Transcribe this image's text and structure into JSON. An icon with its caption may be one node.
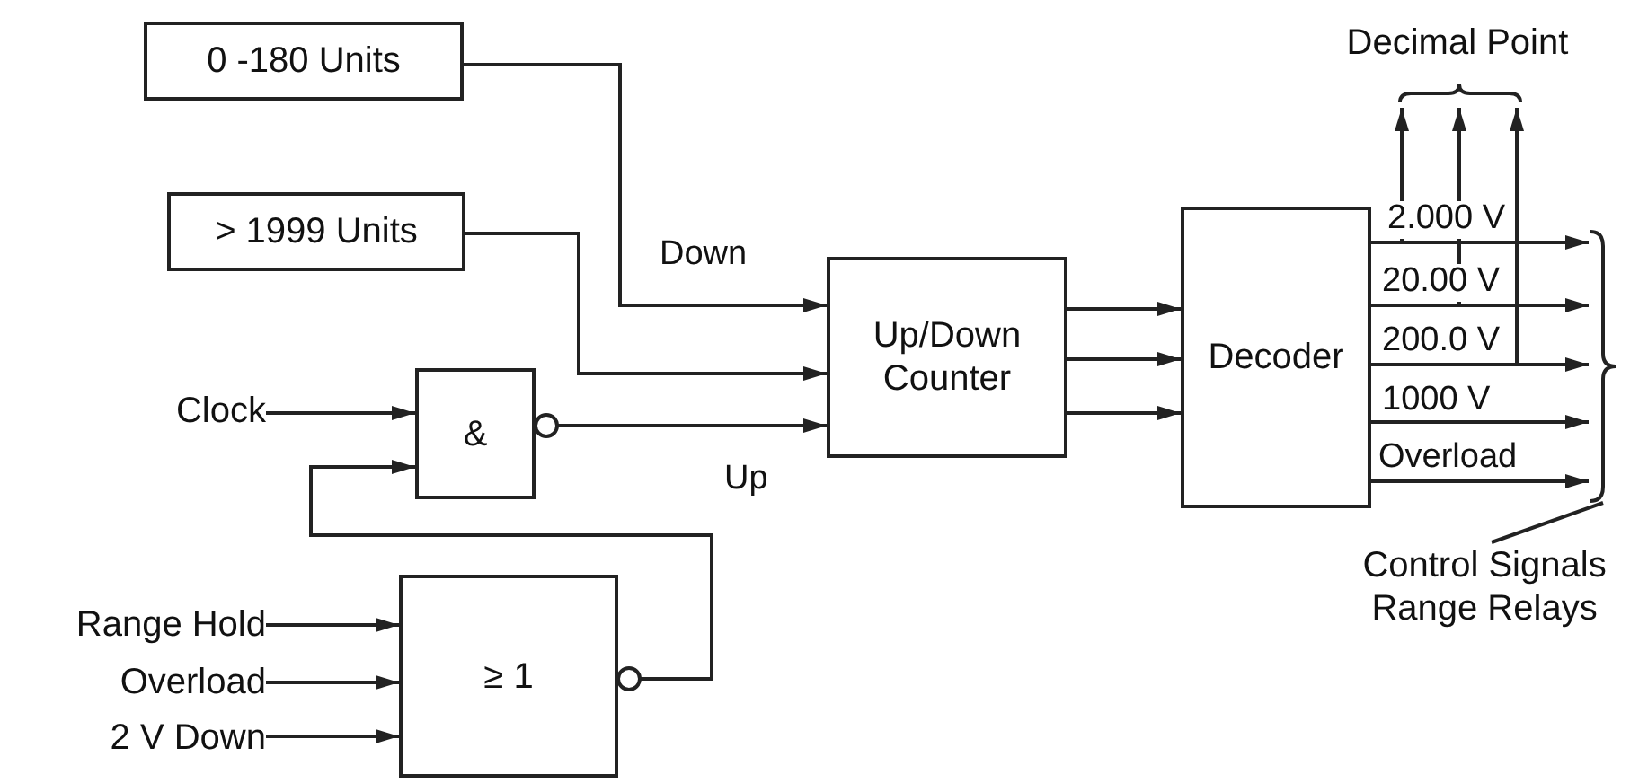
{
  "diagram": {
    "nodes": [
      {
        "text": [
          "0 -180 Units"
        ]
      },
      {
        "text": [
          "> 1999 Units"
        ]
      },
      {
        "text": [
          "Clock"
        ]
      },
      {
        "text": [
          "&"
        ]
      },
      {
        "text": [
          "Up/Down Counter"
        ]
      },
      {
        "text": [
          "Decoder"
        ]
      },
      {
        "text": [
          "Range Hold"
        ]
      },
      {
        "text": [
          "Overload"
        ]
      },
      {
        "text": [
          "2 V Down"
        ]
      },
      {
        "text": [
          "≥ 1"
        ]
      },
      {
        "text": [
          "Decimal Point"
        ]
      },
      {
        "text": [],
        "shape": "brace"
      },
      {
        "text": [
          "Control Signals Range Relays"
        ]
      }
    ],
    "edges": [
      {
        "from": 0,
        "to": 4,
        "arrow": "to",
        "label": "Down"
      },
      {
        "from": 1,
        "to": 4,
        "arrow": "to"
      },
      {
        "from": 3,
        "to": 4,
        "arrow": "to",
        "label": "Up"
      },
      {
        "from": 2,
        "to": 3,
        "arrow": "to"
      },
      {
        "from": 9,
        "to": 3,
        "arrow": "to"
      },
      {
        "from": 6,
        "to": 9,
        "arrow": "to"
      },
      {
        "from": 7,
        "to": 9,
        "arrow": "to"
      },
      {
        "from": 8,
        "to": 9,
        "arrow": "to"
      },
      {
        "from": 4,
        "to": 5,
        "arrow": "to"
      },
      {
        "from": 4,
        "to": 5,
        "arrow": "to"
      },
      {
        "from": 4,
        "to": 5,
        "arrow": "to"
      },
      {
        "from": 5,
        "to": 11,
        "arrow": "to",
        "label": "2.000 V"
      },
      {
        "from": 5,
        "to": 11,
        "arrow": "to",
        "label": "20.00 V"
      },
      {
        "from": 5,
        "to": 11,
        "arrow": "to",
        "label": "200.0 V"
      },
      {
        "from": 5,
        "to": 11,
        "arrow": "to",
        "label": "1000 V"
      },
      {
        "from": 5,
        "to": 11,
        "arrow": "to",
        "label": "Overload"
      },
      {
        "from": null,
        "to": 10,
        "arrow": "to"
      },
      {
        "from": null,
        "to": 10,
        "arrow": "to"
      },
      {
        "from": null,
        "to": 10,
        "arrow": "to"
      },
      {
        "from": 12,
        "to": 11,
        "arrow": "none"
      }
    ]
  }
}
